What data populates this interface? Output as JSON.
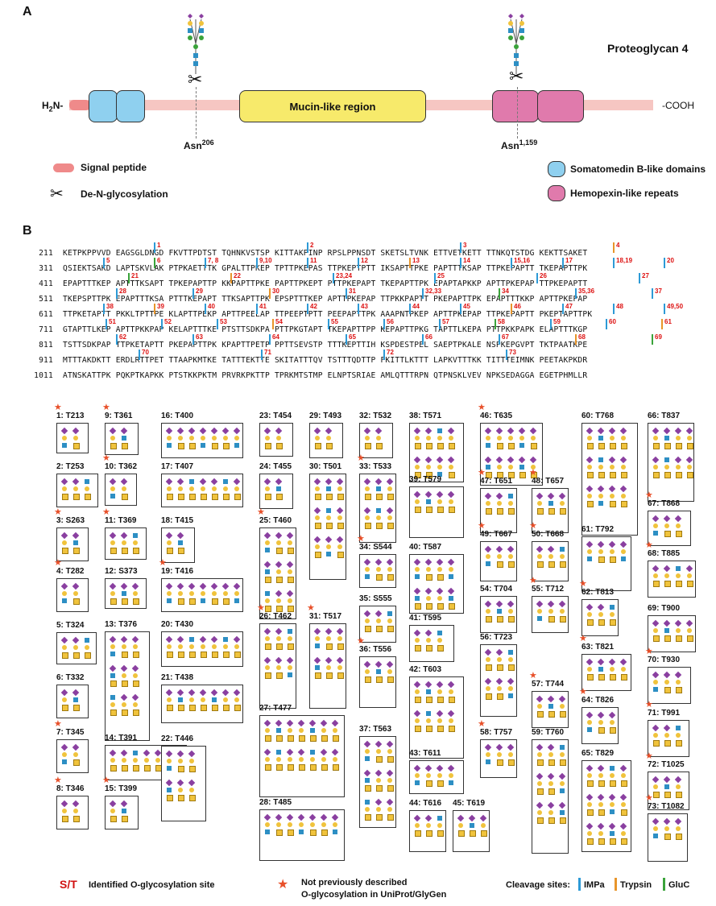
{
  "panel_a": {
    "letter": "A",
    "title": "Proteoglycan 4",
    "n_term": "H",
    "n_term_sub": "2",
    "n_term_suffix": "N-",
    "c_term": "-COOH",
    "mucin_label": "Mucin-like region",
    "asn1": "Asn",
    "asn1_sup": "206",
    "asn2": "Asn",
    "asn2_sup": "1,159",
    "legend": {
      "signal": "Signal peptide",
      "deglyco": "De-N-glycosylation",
      "somato": "Somatomedin B-like domains",
      "hemo": "Hemopexin-like repeats"
    },
    "colors": {
      "signal": "#ef8a8a",
      "somato": "#8fd0ef",
      "hemo": "#e07aac",
      "mucin": "#f7ea6b",
      "backbone": "#f6c6c2"
    }
  },
  "panel_b": {
    "letter": "B",
    "sequence_lines": [
      {
        "start": "211",
        "seq": "KETPKPPVVD EAGSGLDNGD FKVTTPDTST TQHNKVSTSP KITTAKPINP RPSLPPNSDT SKETSLTVNK ETTVETKETT TTNKQTSTDG KEKTTSAKET"
      },
      {
        "start": "311",
        "seq": "QSIEKTSAKD LAPTSKVLAK PTPKAETTTK GPALTTPKEP TPTTPKEPAS TTPKEPTPTT IKSAPTTPKE PAPTTTKSAP TTPKEPAPTT TKEPAPTTPK"
      },
      {
        "start": "411",
        "seq": "EPAPTTTKEP APTTTKSAPT TPKEPAPTTP KKPAPTTPKE PAPTTPKEPT PTTPKEPAPT TKEPAPTTPK EPAPTAPKKP APTTPKEPAP TTPKEPAPTT"
      },
      {
        "start": "511",
        "seq": "TKEPSPTTPK EPAPTTTKSA PTTTKEPAPT TTKSAPTTPK EPSPTTTKEP APTTPKEPAP TTPKKPAPTT PKEPAPTTPK EPAPTTTKKP APTTPKEPAP"
      },
      {
        "start": "611",
        "seq": "TTPKETAPTT PKKLTPTTPE KLAPTTPEKP APTTPEELAP TTPEEPTPTT PEEPAPTTPK AAAPNTPKEP APTTPKEPAP TTPKEPAPTT PKEPTAPTTPK"
      },
      {
        "start": "711",
        "seq": "GTAPTTLKEP APTTPKKPAP KELAPTTTKE PTSTTSDKPA PTTPKGTAPT TKEPAPTTPP KEPAPTTPKG TAPTTLKEPA PTTPKKPAPK ELAPTTTKGP"
      },
      {
        "start": "811",
        "seq": "TSTTSDKPAP TTPKETAPTT PKEPAPTTPK KPAPTTPETP PPTTSEVSTP TTTKEPTTIH KSPDESTPEL SAEPTPKALE NSPKEPGVPT TKTPAATKPE"
      },
      {
        "start": "911",
        "seq": "MTTTAKDKTT ERDLRTTPET TTAAPKMTKE TATTTEKTTE SKITATTTQV TSTTTQDTTP FKITTLKTTT LAPKVTTTKK TITTTEIMNK PEETAKPKDR"
      },
      {
        "start": "1011",
        "seq": "ATNSKATTPK PQKPTKAPKK PTSTKKPKTM PRVRKPKTTP TPRKMTSTMP ELNPTSRIAE AMLQTTTRPN QTPNSKLVEV NPKSEDAGGA EGETPHMLLR"
      }
    ],
    "site_numbers": [
      "1",
      "2",
      "3",
      "4",
      "5",
      "6",
      "7, 8",
      "9,10",
      "11",
      "12",
      "13",
      "14",
      "15,16",
      "17",
      "18,19",
      "20",
      "21",
      "22",
      "23,24",
      "25",
      "26",
      "27",
      "28",
      "29",
      "30",
      "31",
      "32,33",
      "34",
      "35,36",
      "37",
      "38",
      "39",
      "40",
      "41",
      "42",
      "43",
      "44",
      "45",
      "46",
      "47",
      "48",
      "49,50",
      "51",
      "52",
      "53",
      "54",
      "55",
      "56",
      "57",
      "58",
      "59",
      "60",
      "61",
      "62",
      "63",
      "64",
      "65",
      "66",
      "67",
      "68",
      "69",
      "70",
      "71",
      "72",
      "73"
    ]
  },
  "glycosites": [
    {
      "id": "1: T213",
      "novel": true
    },
    {
      "id": "2: T253",
      "novel": false
    },
    {
      "id": "3: S263",
      "novel": true
    },
    {
      "id": "4: T282",
      "novel": true
    },
    {
      "id": "5: T324",
      "novel": false
    },
    {
      "id": "6: T332",
      "novel": false
    },
    {
      "id": "7: T345",
      "novel": true
    },
    {
      "id": "8: T346",
      "novel": true
    },
    {
      "id": "9: T361",
      "novel": true
    },
    {
      "id": "10: T362",
      "novel": true
    },
    {
      "id": "11: T369",
      "novel": true
    },
    {
      "id": "12: S373",
      "novel": false
    },
    {
      "id": "13: T376",
      "novel": false
    },
    {
      "id": "14: T391",
      "novel": false
    },
    {
      "id": "15: T399",
      "novel": true
    },
    {
      "id": "16: T400",
      "novel": false
    },
    {
      "id": "17: T407",
      "novel": false
    },
    {
      "id": "18: T415",
      "novel": false
    },
    {
      "id": "19: T416",
      "novel": true
    },
    {
      "id": "20: T430",
      "novel": false
    },
    {
      "id": "21: T438",
      "novel": false
    },
    {
      "id": "22: T446",
      "novel": false
    },
    {
      "id": "23: T454",
      "novel": false
    },
    {
      "id": "24: T455",
      "novel": false
    },
    {
      "id": "25: T460",
      "novel": true
    },
    {
      "id": "26: T462",
      "novel": true
    },
    {
      "id": "27: T477",
      "novel": false
    },
    {
      "id": "28: T485",
      "novel": false
    },
    {
      "id": "29: T493",
      "novel": false
    },
    {
      "id": "30: T501",
      "novel": false
    },
    {
      "id": "31: T517",
      "novel": true
    },
    {
      "id": "32: T532",
      "novel": false
    },
    {
      "id": "33: T533",
      "novel": true
    },
    {
      "id": "34: S544",
      "novel": true
    },
    {
      "id": "35: S555",
      "novel": false
    },
    {
      "id": "36: T556",
      "novel": true
    },
    {
      "id": "37: T563",
      "novel": false
    },
    {
      "id": "38: T571",
      "novel": false
    },
    {
      "id": "39: T579",
      "novel": false
    },
    {
      "id": "40: T587",
      "novel": false
    },
    {
      "id": "41: T595",
      "novel": false
    },
    {
      "id": "42: T603",
      "novel": false
    },
    {
      "id": "43: T611",
      "novel": false
    },
    {
      "id": "44: T616",
      "novel": false
    },
    {
      "id": "45: T619",
      "novel": false
    },
    {
      "id": "46: T635",
      "novel": true
    },
    {
      "id": "47: T651",
      "novel": true
    },
    {
      "id": "48: T657",
      "novel": true
    },
    {
      "id": "49: T667",
      "novel": true
    },
    {
      "id": "50: T668",
      "novel": true
    },
    {
      "id": "54: T704",
      "novel": false
    },
    {
      "id": "55: T712",
      "novel": true
    },
    {
      "id": "56: T723",
      "novel": false
    },
    {
      "id": "57: T744",
      "novel": true
    },
    {
      "id": "58: T757",
      "novel": true
    },
    {
      "id": "59: T760",
      "novel": false
    },
    {
      "id": "60: T768",
      "novel": false
    },
    {
      "id": "61: T792",
      "novel": false
    },
    {
      "id": "62: T813",
      "novel": true
    },
    {
      "id": "63: T821",
      "novel": true
    },
    {
      "id": "64: T826",
      "novel": true
    },
    {
      "id": "65: T829",
      "novel": false
    },
    {
      "id": "66: T837",
      "novel": false
    },
    {
      "id": "67: T868",
      "novel": true
    },
    {
      "id": "68: T885",
      "novel": true
    },
    {
      "id": "69: T900",
      "novel": false
    },
    {
      "id": "70: T930",
      "novel": true
    },
    {
      "id": "71: T991",
      "novel": true
    },
    {
      "id": "72: T1025",
      "novel": true
    },
    {
      "id": "73: T1082",
      "novel": true
    }
  ],
  "footer": {
    "st_label": "S/T",
    "st_text": "Identified O-glycosylation site",
    "star_text_1": "Not previously described",
    "star_text_2": "O-glycosylation in UniProt/GlyGen",
    "cleavage_label": "Cleavage sites:",
    "impa": "IMPa",
    "trypsin": "Trypsin",
    "gluc": "GluC",
    "colors": {
      "impa": "#2d9ad6",
      "trypsin": "#e8952a",
      "gluc": "#3aa33a",
      "site": "#d11111",
      "star": "#e8502a"
    }
  }
}
